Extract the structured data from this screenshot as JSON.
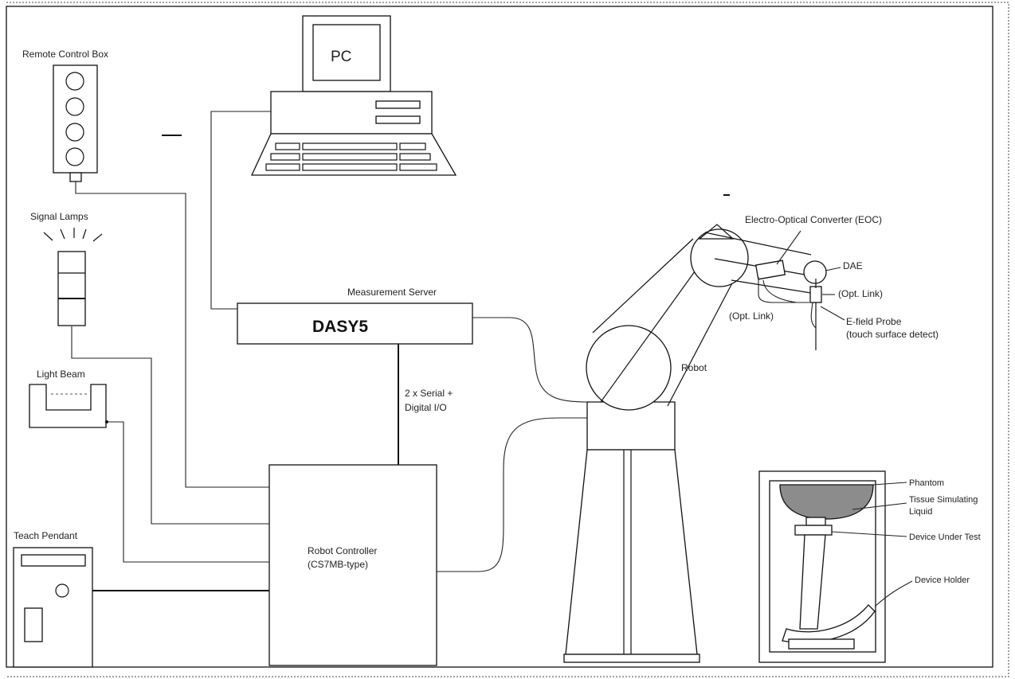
{
  "labels": {
    "remote_control_box": "Remote Control Box",
    "pc": "PC",
    "signal_lamps": "Signal Lamps",
    "light_beam": "Light Beam",
    "measurement_server": "Measurement Server",
    "dasy5": "DASY5",
    "serial_line1": "2 x Serial +",
    "serial_line2": "Digital I/O",
    "robot_controller_line1": "Robot Controller",
    "robot_controller_line2": "(CS7MB-type)",
    "teach_pendant": "Teach Pendant",
    "eoc": "Electro-Optical Converter (EOC)",
    "dae": "DAE",
    "opt_link_right": "(Opt. Link)",
    "opt_link_left": "(Opt. Link)",
    "efield_probe_line1": "E-field Probe",
    "efield_probe_line2": "(touch surface detect)",
    "robot": "Robot",
    "phantom": "Phantom",
    "tissue_line1": "Tissue Simulating",
    "tissue_line2": "Liquid",
    "device_under_test": "Device Under Test",
    "device_holder": "Device Holder"
  },
  "colors": {
    "line": "#111111",
    "phantom_fill": "#8c8c8c",
    "background": "#ffffff"
  }
}
